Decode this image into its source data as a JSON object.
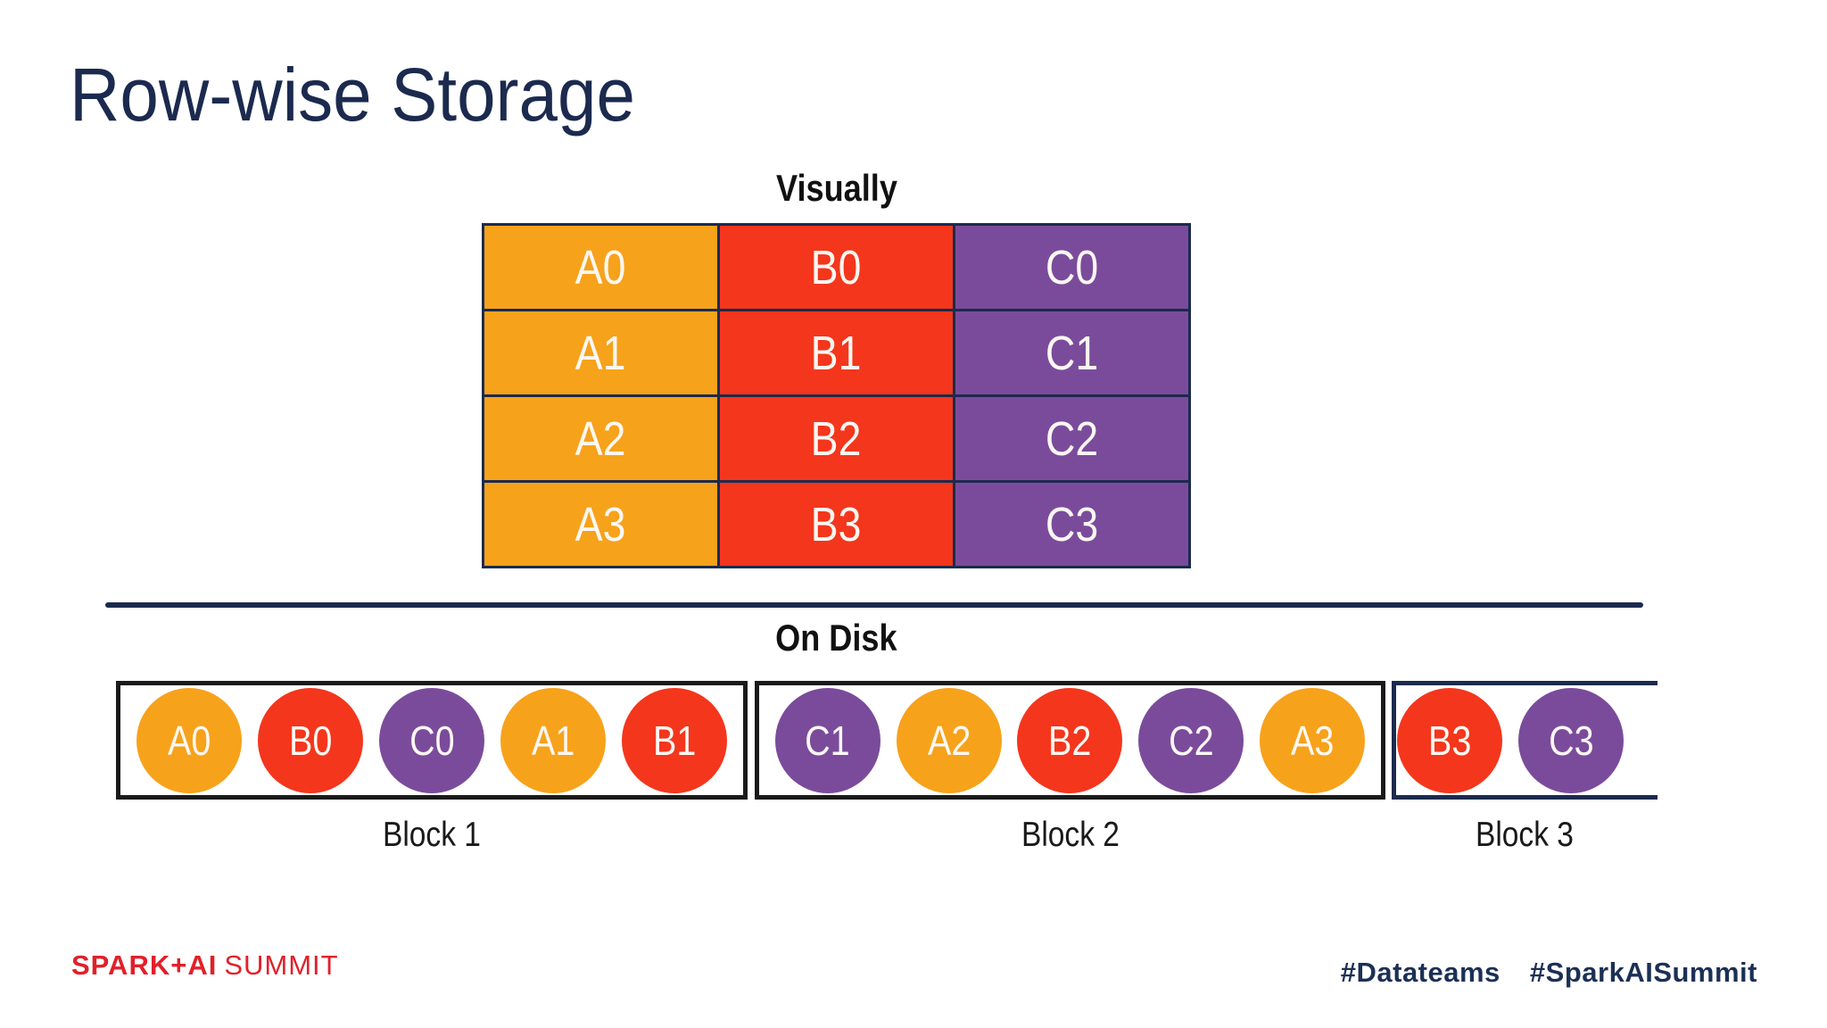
{
  "title": "Row-wise Storage",
  "sections": {
    "visually_label": "Visually",
    "on_disk_label": "On Disk"
  },
  "colors": {
    "orange": "#F7A21B",
    "red": "#F4361C",
    "purple": "#7B4B9B",
    "navy": "#1B2A4E",
    "black": "#1A1A1A",
    "cell_text": "#FBF7F2",
    "footer_red": "#E1202A",
    "hashtag_navy": "#1C3055"
  },
  "table": {
    "rows": [
      [
        {
          "label": "A0",
          "color": "orange"
        },
        {
          "label": "B0",
          "color": "red"
        },
        {
          "label": "C0",
          "color": "purple"
        }
      ],
      [
        {
          "label": "A1",
          "color": "orange"
        },
        {
          "label": "B1",
          "color": "red"
        },
        {
          "label": "C1",
          "color": "purple"
        }
      ],
      [
        {
          "label": "A2",
          "color": "orange"
        },
        {
          "label": "B2",
          "color": "red"
        },
        {
          "label": "C2",
          "color": "purple"
        }
      ],
      [
        {
          "label": "A3",
          "color": "orange"
        },
        {
          "label": "B3",
          "color": "red"
        },
        {
          "label": "C3",
          "color": "purple"
        }
      ]
    ]
  },
  "disk": {
    "blocks": [
      {
        "label": "Block 1",
        "items": [
          {
            "label": "A0",
            "color": "orange"
          },
          {
            "label": "B0",
            "color": "red"
          },
          {
            "label": "C0",
            "color": "purple"
          },
          {
            "label": "A1",
            "color": "orange"
          },
          {
            "label": "B1",
            "color": "red"
          }
        ]
      },
      {
        "label": "Block 2",
        "items": [
          {
            "label": "C1",
            "color": "purple"
          },
          {
            "label": "A2",
            "color": "orange"
          },
          {
            "label": "B2",
            "color": "red"
          },
          {
            "label": "C2",
            "color": "purple"
          },
          {
            "label": "A3",
            "color": "orange"
          }
        ]
      },
      {
        "label": "Block 3",
        "items": [
          {
            "label": "B3",
            "color": "red"
          },
          {
            "label": "C3",
            "color": "purple"
          }
        ]
      }
    ]
  },
  "footer": {
    "logo_bold": "SPARK+AI",
    "logo_light": "SUMMIT",
    "hashtags": [
      "#Datateams",
      "#SparkAISummit"
    ]
  }
}
